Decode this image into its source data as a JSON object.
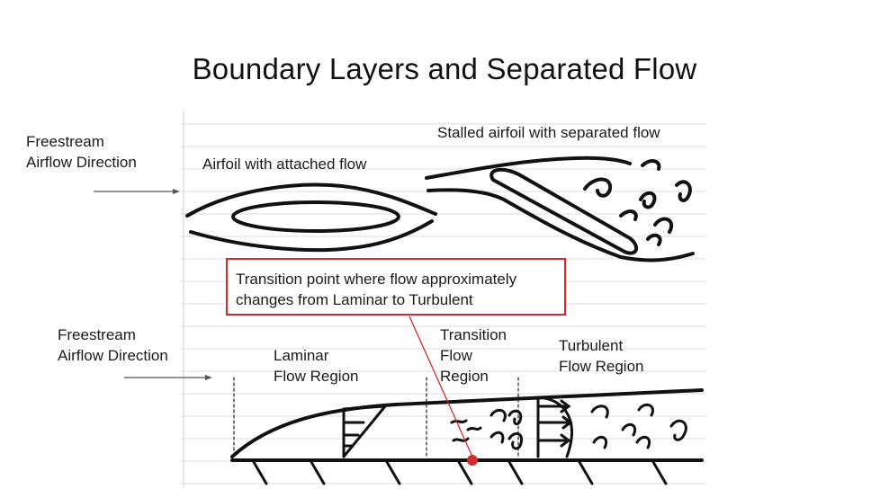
{
  "title": "Boundary Layers and Separated Flow",
  "labels": {
    "freestream_top": [
      "Freestream",
      "Airflow Direction"
    ],
    "airfoil_attached": "Airfoil with attached flow",
    "airfoil_stalled": "Stalled airfoil with separated flow",
    "freestream_bottom": [
      "Freestream",
      "Airflow Direction"
    ],
    "laminar": [
      "Laminar",
      "Flow Region"
    ],
    "transition": [
      "Transition",
      "Flow",
      "Region"
    ],
    "turbulent": [
      "Turbulent",
      "Flow Region"
    ]
  },
  "callout": {
    "lines": [
      "Transition point where flow approximately",
      "changes from Laminar to Turbulent"
    ],
    "border_color": "#d22b2b"
  },
  "colors": {
    "ink": "#111111",
    "accent": "#d22b2b",
    "paper_lines": "#dcdcdc"
  }
}
